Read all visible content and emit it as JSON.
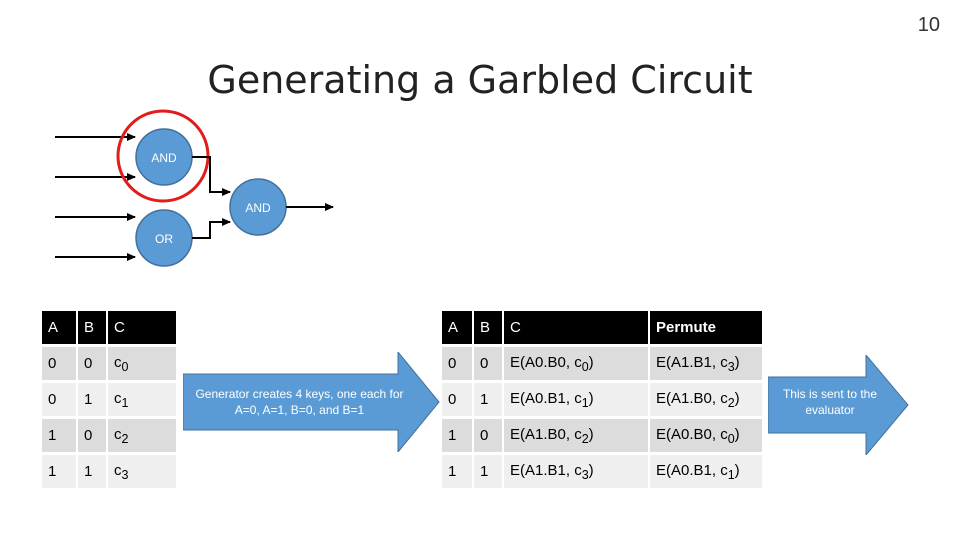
{
  "slide_number": "10",
  "title": "Generating a Garbled Circuit",
  "gates": {
    "and1": "AND",
    "and2": "AND",
    "or": "OR"
  },
  "colors": {
    "gate_fill": "#5b9bd5",
    "gate_border": "#41719c",
    "highlight": "#e21b1b",
    "header_bg": "#000000"
  },
  "left_table": {
    "headers": [
      "A",
      "B",
      "C"
    ],
    "rows": [
      [
        "0",
        "0",
        "c",
        "0"
      ],
      [
        "0",
        "1",
        "c",
        "1"
      ],
      [
        "1",
        "0",
        "c",
        "2"
      ],
      [
        "1",
        "1",
        "c",
        "3"
      ]
    ]
  },
  "right_table": {
    "headers": [
      "A",
      "B",
      "C",
      "Permute"
    ],
    "rows": [
      [
        "0",
        "0",
        "E(A0.B0, c",
        "0",
        ")",
        "E(A1.B1, c",
        "3",
        ")"
      ],
      [
        "0",
        "1",
        "E(A0.B1, c",
        "1",
        ")",
        "E(A1.B0, c",
        "2",
        ")"
      ],
      [
        "1",
        "0",
        "E(A1.B0, c",
        "2",
        ")",
        "E(A0.B0, c",
        "0",
        ")"
      ],
      [
        "1",
        "1",
        "E(A1.B1, c",
        "3",
        ")",
        "E(A0.B1, c",
        "1",
        ")"
      ]
    ]
  },
  "arrow1_text": "Generator creates 4 keys, one each for A=0, A=1, B=0, and B=1",
  "arrow2_text": "This is sent to the evaluator"
}
